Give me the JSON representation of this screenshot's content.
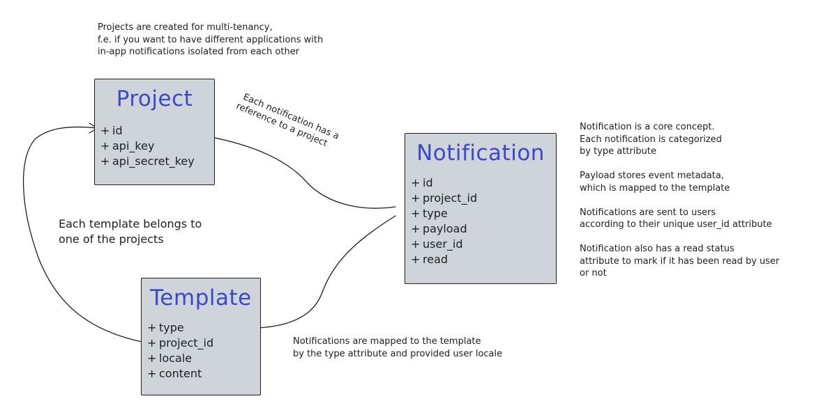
{
  "entities": {
    "project": {
      "title": "Project",
      "fields": [
        {
          "bullet": "+",
          "name": "id"
        },
        {
          "bullet": "+",
          "name": "api_key"
        },
        {
          "bullet": "+",
          "name": "api_secret_key"
        }
      ]
    },
    "notification": {
      "title": "Notification",
      "fields": [
        {
          "bullet": "+",
          "name": "id"
        },
        {
          "bullet": "+",
          "name": "project_id"
        },
        {
          "bullet": "+",
          "name": "type"
        },
        {
          "bullet": "+",
          "name": "payload"
        },
        {
          "bullet": "+",
          "name": "user_id"
        },
        {
          "bullet": "+",
          "name": "read"
        }
      ]
    },
    "template": {
      "title": "Template",
      "fields": [
        {
          "bullet": "+",
          "name": "type"
        },
        {
          "bullet": "+",
          "name": "project_id"
        },
        {
          "bullet": "+",
          "name": "locale"
        },
        {
          "bullet": "+",
          "name": "content"
        }
      ]
    }
  },
  "notes": {
    "projects_note": [
      "Projects are created for multi-tenancy,",
      "f.e. if you want to have different applications with",
      "in-app notifications isolated from each other"
    ],
    "reference_note": [
      "Each notification has a",
      "reference to a project"
    ],
    "template_belongs_note": [
      "Each template belongs to",
      "one of the projects"
    ],
    "notification_core_note": [
      "Notification is a core concept.",
      "Each notification is categorized",
      "by type attribute"
    ],
    "payload_note": [
      "Payload stores event metadata,",
      "which is mapped to the template"
    ],
    "users_note": [
      "Notifications are sent to users",
      "according to their unique user_id attribute"
    ],
    "read_status_note": [
      "Notification also has a read status",
      "attribute to mark if it has been read by user",
      "or not"
    ],
    "mapping_note": [
      "Notifications are mapped to the template",
      "by the type attribute and provided user locale"
    ]
  },
  "colors": {
    "entity_fill": "#ced4da",
    "title_color": "#3b49c6",
    "stroke": "#1e1e1e"
  }
}
